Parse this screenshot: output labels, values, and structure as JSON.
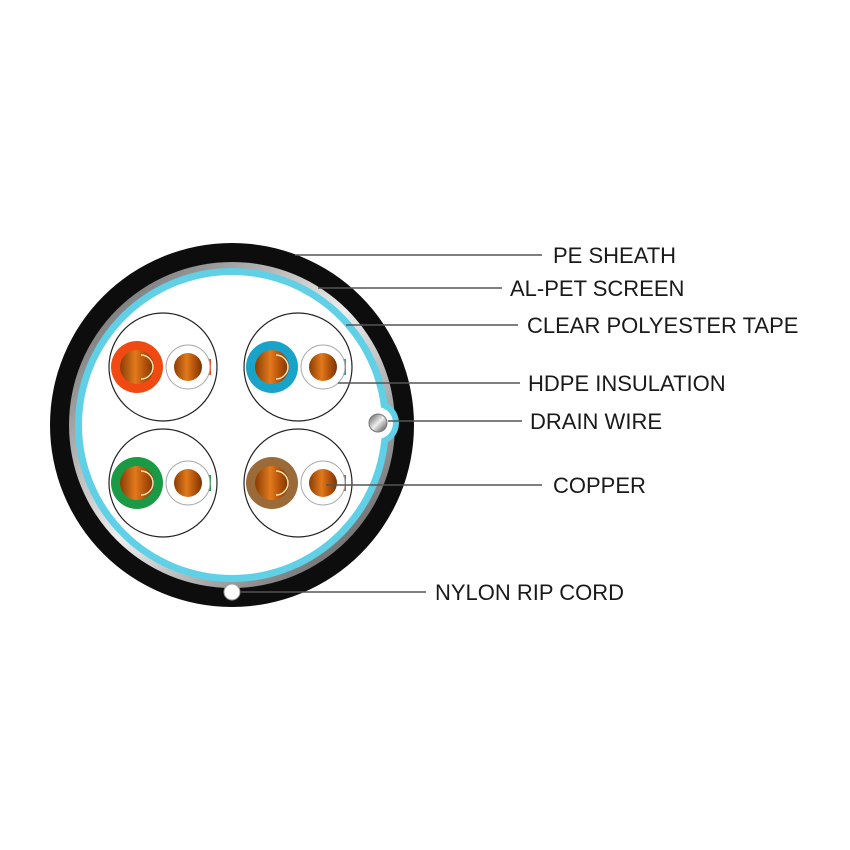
{
  "labels": {
    "pe_sheath": "PE SHEATH",
    "al_pet_screen": "AL-PET SCREEN",
    "clear_polyester_tape": "CLEAR POLYESTER TAPE",
    "hdpe_insulation": "HDPE INSULATION",
    "drain_wire": "DRAIN WIRE",
    "copper": "COPPER",
    "nylon_rip_cord": "NYLON RIP CORD"
  },
  "colors": {
    "sheath": "#0d0d0d",
    "screen": "#b8b8b8",
    "tape": "#5fd0e6",
    "copper": "#d2690f",
    "pairs": [
      "#f04a12",
      "#1aa3c8",
      "#1a9a45",
      "#9a6a38"
    ]
  }
}
